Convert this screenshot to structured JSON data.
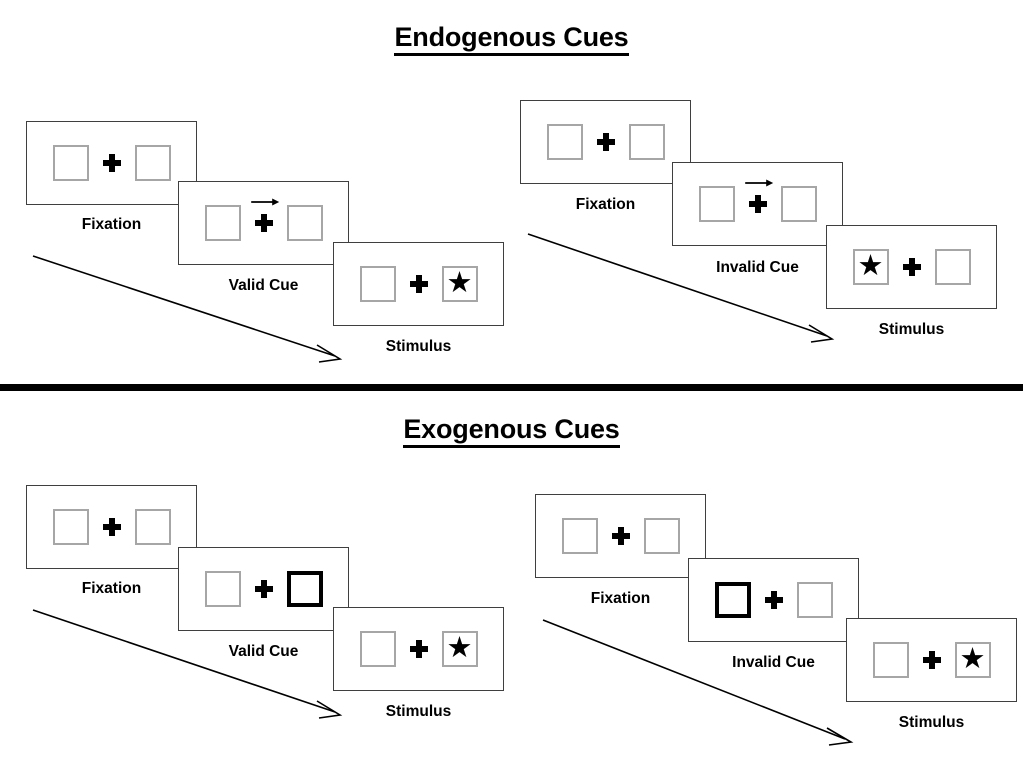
{
  "document": {
    "type": "diagram",
    "description": "Posner cueing paradigm trial sequences for endogenous and exogenous cues"
  },
  "sections": [
    {
      "id": "endogenous",
      "title": "Endogenous Cues",
      "sequences": [
        {
          "id": "endogenous-valid",
          "panels": [
            {
              "caption": "Fixation",
              "cue_type": "none",
              "left_box": {
                "state": "normal",
                "content": ""
              },
              "right_box": {
                "state": "normal",
                "content": ""
              }
            },
            {
              "caption": "Valid Cue",
              "cue_type": "arrow-right",
              "left_box": {
                "state": "normal",
                "content": ""
              },
              "right_box": {
                "state": "normal",
                "content": ""
              }
            },
            {
              "caption": "Stimulus",
              "cue_type": "none",
              "left_box": {
                "state": "normal",
                "content": ""
              },
              "right_box": {
                "state": "normal",
                "content": "star"
              }
            }
          ]
        },
        {
          "id": "endogenous-invalid",
          "panels": [
            {
              "caption": "Fixation",
              "cue_type": "none",
              "left_box": {
                "state": "normal",
                "content": ""
              },
              "right_box": {
                "state": "normal",
                "content": ""
              }
            },
            {
              "caption": "Invalid Cue",
              "cue_type": "arrow-right",
              "left_box": {
                "state": "normal",
                "content": ""
              },
              "right_box": {
                "state": "normal",
                "content": ""
              }
            },
            {
              "caption": "Stimulus",
              "cue_type": "none",
              "left_box": {
                "state": "normal",
                "content": "star"
              },
              "right_box": {
                "state": "normal",
                "content": ""
              }
            }
          ]
        }
      ]
    },
    {
      "id": "exogenous",
      "title": "Exogenous Cues",
      "sequences": [
        {
          "id": "exogenous-valid",
          "panels": [
            {
              "caption": "Fixation",
              "cue_type": "none",
              "left_box": {
                "state": "normal",
                "content": ""
              },
              "right_box": {
                "state": "normal",
                "content": ""
              }
            },
            {
              "caption": "Valid Cue",
              "cue_type": "box-flash-right",
              "left_box": {
                "state": "normal",
                "content": ""
              },
              "right_box": {
                "state": "highlighted",
                "content": ""
              }
            },
            {
              "caption": "Stimulus",
              "cue_type": "none",
              "left_box": {
                "state": "normal",
                "content": ""
              },
              "right_box": {
                "state": "normal",
                "content": "star"
              }
            }
          ]
        },
        {
          "id": "exogenous-invalid",
          "panels": [
            {
              "caption": "Fixation",
              "cue_type": "none",
              "left_box": {
                "state": "normal",
                "content": ""
              },
              "right_box": {
                "state": "normal",
                "content": ""
              }
            },
            {
              "caption": "Invalid Cue",
              "cue_type": "box-flash-left",
              "left_box": {
                "state": "highlighted",
                "content": ""
              },
              "right_box": {
                "state": "normal",
                "content": ""
              }
            },
            {
              "caption": "Stimulus",
              "cue_type": "none",
              "left_box": {
                "state": "normal",
                "content": ""
              },
              "right_box": {
                "state": "normal",
                "content": "star"
              }
            }
          ]
        }
      ]
    }
  ],
  "glyphs": {
    "star": "★"
  },
  "colors": {
    "background": "#ffffff",
    "ink": "#000000",
    "panel_border": "#3f3f3f",
    "box_border": "#a6a6a6",
    "highlight_border": "#000000"
  }
}
